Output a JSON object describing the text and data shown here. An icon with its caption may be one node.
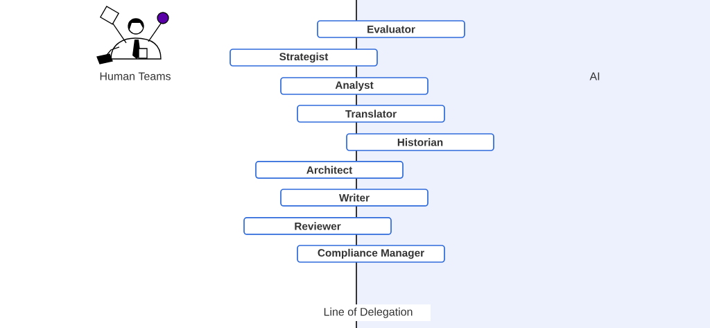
{
  "diagram": {
    "nodes": [
      {
        "text": [
          "Evaluator"
        ]
      },
      {
        "text": [
          "Strategist"
        ]
      },
      {
        "text": [
          "Analyst"
        ]
      },
      {
        "text": [
          "Translator"
        ]
      },
      {
        "text": [
          "Historian"
        ]
      },
      {
        "text": [
          "Architect"
        ]
      },
      {
        "text": [
          "Writer"
        ]
      },
      {
        "text": [
          "Reviewer"
        ]
      },
      {
        "text": [
          "Compliance Manager"
        ]
      }
    ],
    "labels": [
      "Human Teams",
      "AI",
      "Line of Delegation"
    ]
  }
}
